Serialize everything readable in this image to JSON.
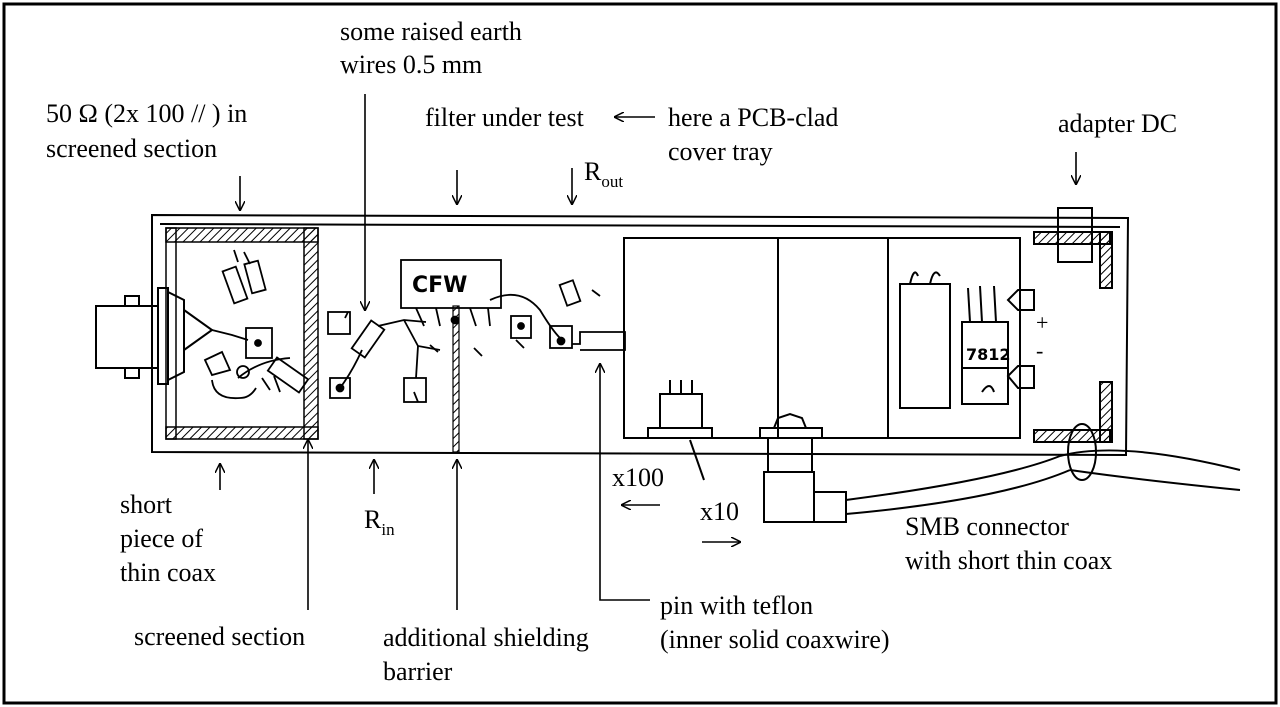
{
  "labels": {
    "impedance": "50 Ω   (2x 100 // ) in",
    "screened_section_top": "screened section",
    "raised_earth_1": "some raised earth",
    "raised_earth_2": "wires 0.5 mm",
    "filter_under_test": "filter under test",
    "pcb_clad_1": "here a PCB-clad",
    "pcb_clad_2": "cover tray",
    "r_out_main": "R",
    "r_out_sub": "out",
    "adapter_dc": "adapter DC",
    "short_coax_1": "short",
    "short_coax_2": "piece of",
    "short_coax_3": "thin coax",
    "r_in_main": "R",
    "r_in_sub": "in",
    "screened_section_bottom": "screened section",
    "shielding_1": "additional shielding",
    "shielding_2": "barrier",
    "x100": "x100",
    "x10": "x10",
    "smb_1": "SMB connector",
    "smb_2": "with short thin coax",
    "pin_1": "pin with teflon",
    "pin_2": "(inner solid coaxwire)"
  },
  "component_marks": {
    "cfw": "CFW",
    "regulator": "7812",
    "plus": "+",
    "minus": "-"
  }
}
